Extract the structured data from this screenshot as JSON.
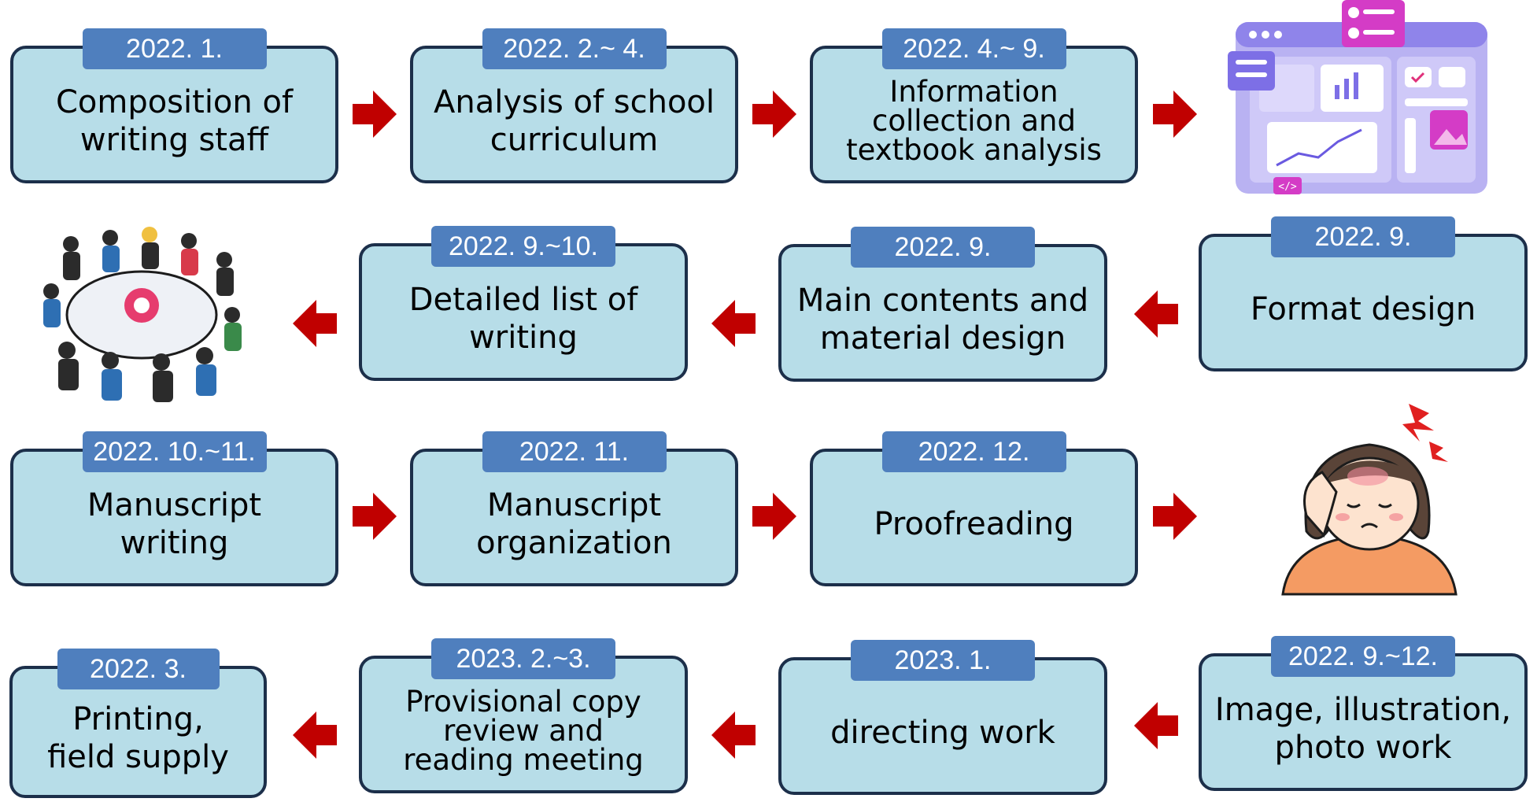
{
  "colors": {
    "box_fill": "#b7dde8",
    "box_border": "#1c2f4a",
    "date_badge": "#4f7fbe",
    "arrow": "#c00000"
  },
  "steps": [
    {
      "id": "step-1",
      "date": "2022. 1.",
      "text": "Composition of\nwriting staff"
    },
    {
      "id": "step-2",
      "date": "2022. 2.~ 4.",
      "text": "Analysis of school\ncurriculum"
    },
    {
      "id": "step-3",
      "date": "2022. 4.~ 9.",
      "text": "Information\ncollection and\ntextbook analysis"
    },
    {
      "id": "step-4",
      "date": "2022. 9.",
      "text": "Format design"
    },
    {
      "id": "step-5",
      "date": "2022. 9.",
      "text": "Main contents and\nmaterial design"
    },
    {
      "id": "step-6",
      "date": "2022. 9.~10.",
      "text": "Detailed list of\nwriting"
    },
    {
      "id": "step-7",
      "date": "2022. 10.~11.",
      "text": "Manuscript\nwriting"
    },
    {
      "id": "step-8",
      "date": "2022. 11.",
      "text": "Manuscript\norganization"
    },
    {
      "id": "step-9",
      "date": "2022. 12.",
      "text": "Proofreading"
    },
    {
      "id": "step-10",
      "date": "2022. 9.~12.",
      "text": "Image, illustration,\nphoto work"
    },
    {
      "id": "step-11",
      "date": "2023. 1.",
      "text": "directing work"
    },
    {
      "id": "step-12",
      "date": "2023. 2.~3.",
      "text": "Provisional copy\nreview and\nreading meeting"
    },
    {
      "id": "step-13",
      "date": "2022. 3.",
      "text": "Printing,\nfield supply"
    }
  ],
  "arrows": [
    {
      "id": "arrow-1",
      "direction": "right"
    },
    {
      "id": "arrow-2",
      "direction": "right"
    },
    {
      "id": "arrow-3",
      "direction": "right"
    },
    {
      "id": "arrow-4",
      "direction": "left"
    },
    {
      "id": "arrow-5",
      "direction": "left"
    },
    {
      "id": "arrow-6",
      "direction": "left"
    },
    {
      "id": "arrow-7",
      "direction": "right"
    },
    {
      "id": "arrow-8",
      "direction": "right"
    },
    {
      "id": "arrow-9",
      "direction": "right"
    },
    {
      "id": "arrow-10",
      "direction": "left"
    },
    {
      "id": "arrow-11",
      "direction": "left"
    },
    {
      "id": "arrow-12",
      "direction": "left"
    }
  ],
  "illustrations": [
    {
      "id": "dashboard-illustration",
      "icon": "web-design-dashboard-icon"
    },
    {
      "id": "meeting-illustration",
      "icon": "team-meeting-icon"
    },
    {
      "id": "headache-illustration",
      "icon": "stressed-person-icon"
    }
  ]
}
